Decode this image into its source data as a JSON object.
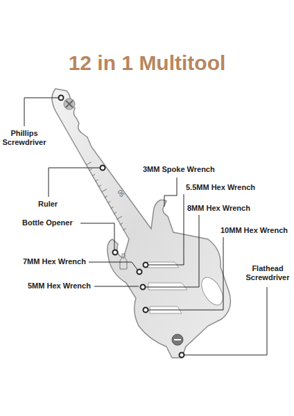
{
  "diagram": {
    "title": "12 in 1 Multitool",
    "labels": [
      "Phillips Screwdriver",
      "Ruler",
      "3MM Spoke Wrench",
      "5.5MM Hex Wrench",
      "8MM Hex Wrench",
      "10MM Hex Wrench",
      "Bottle Opener",
      "7MM Hex Wrench",
      "5MM Hex Wrench",
      "Flathead Screwdriver",
      "05"
    ]
  }
}
